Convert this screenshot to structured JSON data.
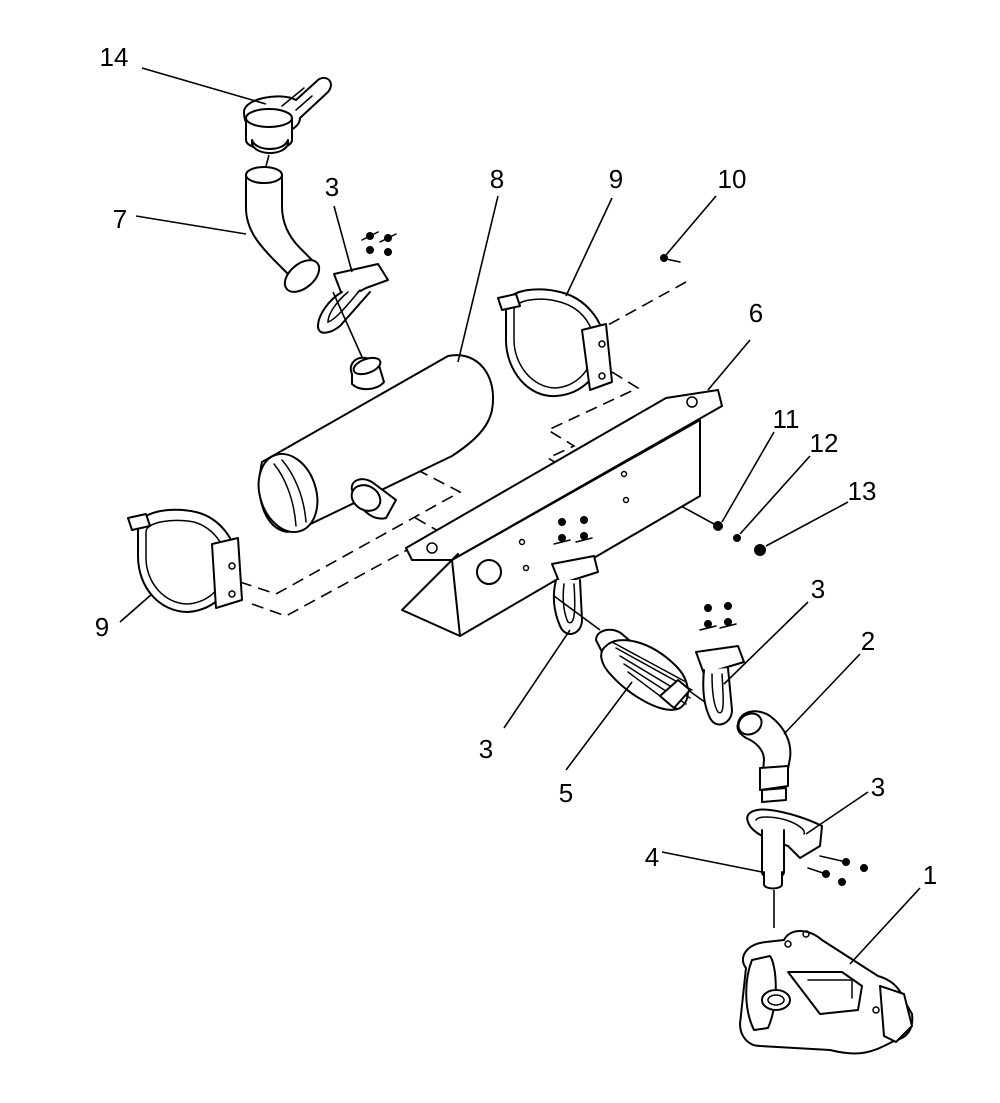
{
  "diagram": {
    "callouts": [
      "14",
      "7",
      "3",
      "8",
      "9",
      "10",
      "6",
      "11",
      "12",
      "13",
      "9",
      "3",
      "2",
      "3",
      "5",
      "3",
      "4",
      "1"
    ]
  }
}
